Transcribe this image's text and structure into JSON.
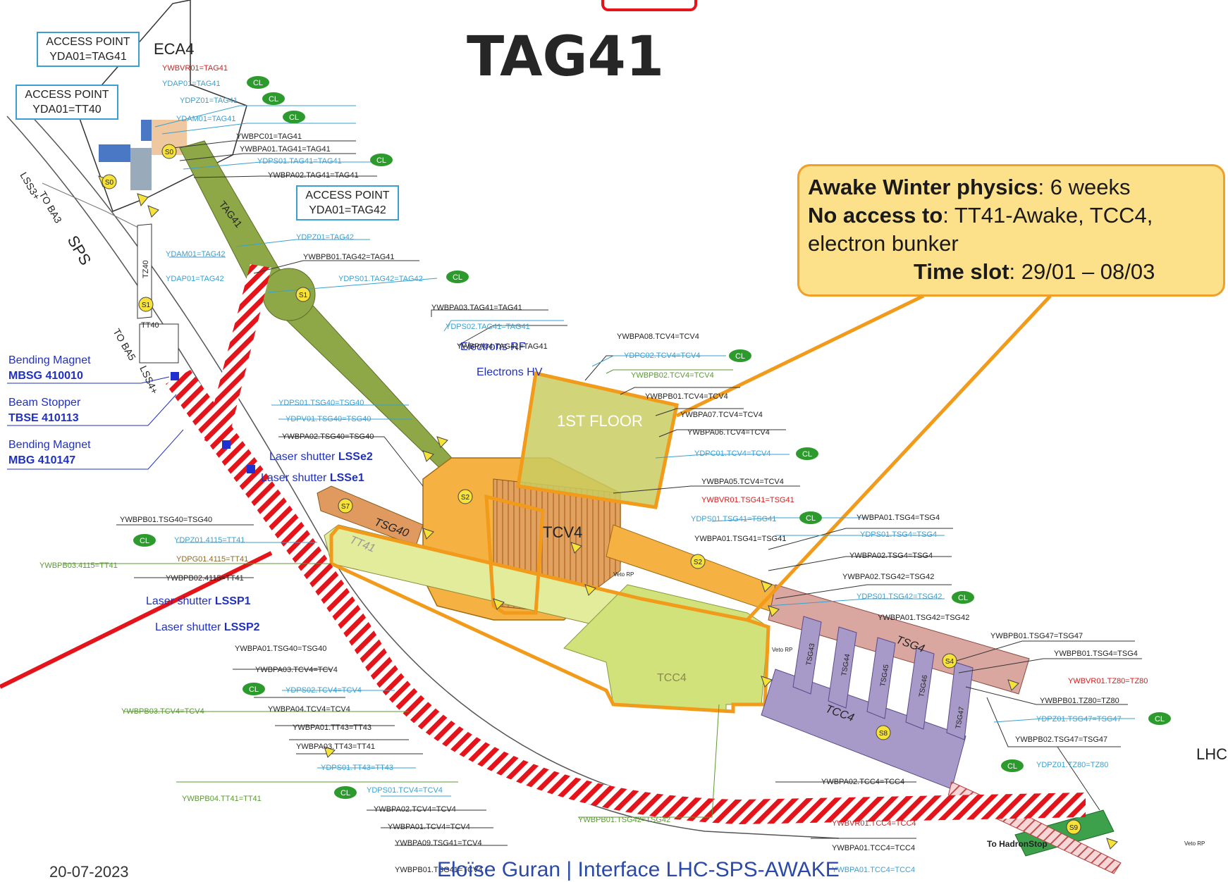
{
  "title": "TAG41",
  "callout": {
    "line1_bold": "Awake Winter physics",
    "line1_rest": ": 6 weeks",
    "line2_bold": "No access to",
    "line2_rest": ": TT41-Awake, TCC4,",
    "line3": "electron bunker",
    "line4_bold": "Time slot",
    "line4_rest": ": 29/01 – 08/03"
  },
  "footer": {
    "date": "20-07-2023",
    "title": "Eloïse Guran | Interface LHC-SPS-AWAKE"
  },
  "access_points": [
    {
      "line1": "ACCESS POINT",
      "line2": "YDA01=TAG41"
    },
    {
      "line1": "ACCESS POINT",
      "line2": "YDA01=TT40"
    },
    {
      "line1": "ACCESS POINT",
      "line2": "YDA01=TAG42"
    }
  ],
  "area_labels": {
    "eca4": "ECA4",
    "tag41": "TAG41",
    "sps": "SPS",
    "to_ba3": "TO BA3",
    "to_ba5": "TO BA5",
    "lss3": "LSS3+",
    "lss4": "LSS4+",
    "tz40": "TZ40",
    "tt40": "TT40",
    "tcv4": "TCV4",
    "tsg40": "TSG40",
    "tt41": "TT41",
    "tcc4_upper": "TCC4",
    "tcc4_lower": "TCC4",
    "tsg4": "TSG4",
    "tsg43": "TSG43",
    "tsg44": "TSG44",
    "tsg45": "TSG45",
    "tsg46": "TSG46",
    "tsg47": "TSG47",
    "first_floor": "1ST FLOOR",
    "lhc": "LHC",
    "to_hadronstop": "To HadronStop",
    "electrons_rf": "Electrons RF",
    "electrons_hv": "Electrons HV",
    "veto_rp": "Veto RP"
  },
  "magnets": [
    {
      "name": "Bending Magnet",
      "id": "MBSG 410010"
    },
    {
      "name": "Beam Stopper",
      "id": "TBSE 410113"
    },
    {
      "name": "Bending Magnet",
      "id": "MBG 410147"
    }
  ],
  "lasers": [
    {
      "name": "Laser shutter ",
      "id": "LSSe2"
    },
    {
      "name": "Laser shutter ",
      "id": "LSSe1"
    },
    {
      "name": "Laser shutter ",
      "id": "LSSP1"
    },
    {
      "name": "Laser shutter ",
      "id": "LSSP2"
    }
  ],
  "cl_badge": "CL",
  "device_labels": [
    "YWBVR01=TAG41",
    "YDAP01=TAG41",
    "YDPZ01=TAG41",
    "YDAM01=TAG41",
    "YWBPC01=TAG41",
    "YWBPA01.TAG41=TAG41",
    "YDPS01.TAG41=TAG41",
    "YWBPA02.TAG41=TAG41",
    "YDPZ01=TAG42",
    "YDAM01=TAG42",
    "YWBPB01.TAG42=TAG41",
    "YDAP01=TAG42",
    "YDPS01.TAG42=TAG42",
    "YWBPA03.TAG41=TAG41",
    "YDPS02.TAG41=TAG41",
    "YWBPA04.TAG41=TAG41",
    "YWBPA08.TCV4=TCV4",
    "YDPC02.TCV4=TCV4",
    "YWBPB02.TCV4=TCV4",
    "YWBPB01.TCV4=TCV4",
    "YWBPA07.TCV4=TCV4",
    "YWBPA06.TCV4=TCV4",
    "YDPC01.TCV4=TCV4",
    "YWBPA05.TCV4=TCV4",
    "YWBVR01.TSG41=TSG41",
    "YDPS01.TSG41=TSG41",
    "YWBPA01.TSG41=TSG41",
    "YWBPA01.TSG4=TSG4",
    "YDPS01.TSG4=TSG4",
    "YWBPA02.TSG4=TSG4",
    "YWBPA02.TSG42=TSG42",
    "YDPS01.TSG42=TSG42",
    "YWBPA01.TSG42=TSG42",
    "YWBPB01.TSG47=TSG47",
    "YWBPB01.TSG4=TSG4",
    "YWBVR01.TZ80=TZ80",
    "YWBPB01.TZ80=TZ80",
    "YDPZ01.TSG47=TSG47",
    "YWBPB02.TSG47=TSG47",
    "YDPZ01.TZ80=TZ80",
    "YDPS01.TSG40=TSG40",
    "YDPV01.TSG40=TSG40",
    "YWBPA02.TSG40=TSG40",
    "YWBPB01.TSG40=TSG40",
    "YDPZ01.4115=TT41",
    "YDPG01.4115=TT41",
    "YWBPB03.4115=TT41",
    "YWBPB02.4115=TT41",
    "YWBPA01.TSG40=TSG40",
    "YWBPA03.TCV4=TCV4",
    "YDPS02.TCV4=TCV4",
    "YWBPB03.TCV4=TCV4",
    "YWBPA04.TCV4=TCV4",
    "YWBPA01.TT43=TT43",
    "YWBPA03.TT43=TT41",
    "YDPS01.TT43=TT43",
    "YWBPB04.TT41=TT41",
    "YDPS01.TCV4=TCV4",
    "YWBPA02.TCV4=TCV4",
    "YWBPA01.TCV4=TCV4",
    "YWBPA09.TSG41=TCV4",
    "YWBPB01.TSG41=TCV4",
    "YWBPB01.TSG42=TSG42",
    "YWBPA02.TCC4=TCC4",
    "YWBVR01.TCC4=TCC4",
    "YWBPA01.TCC4=TCC4",
    "YWBPA01.TCC4=TCC4"
  ]
}
